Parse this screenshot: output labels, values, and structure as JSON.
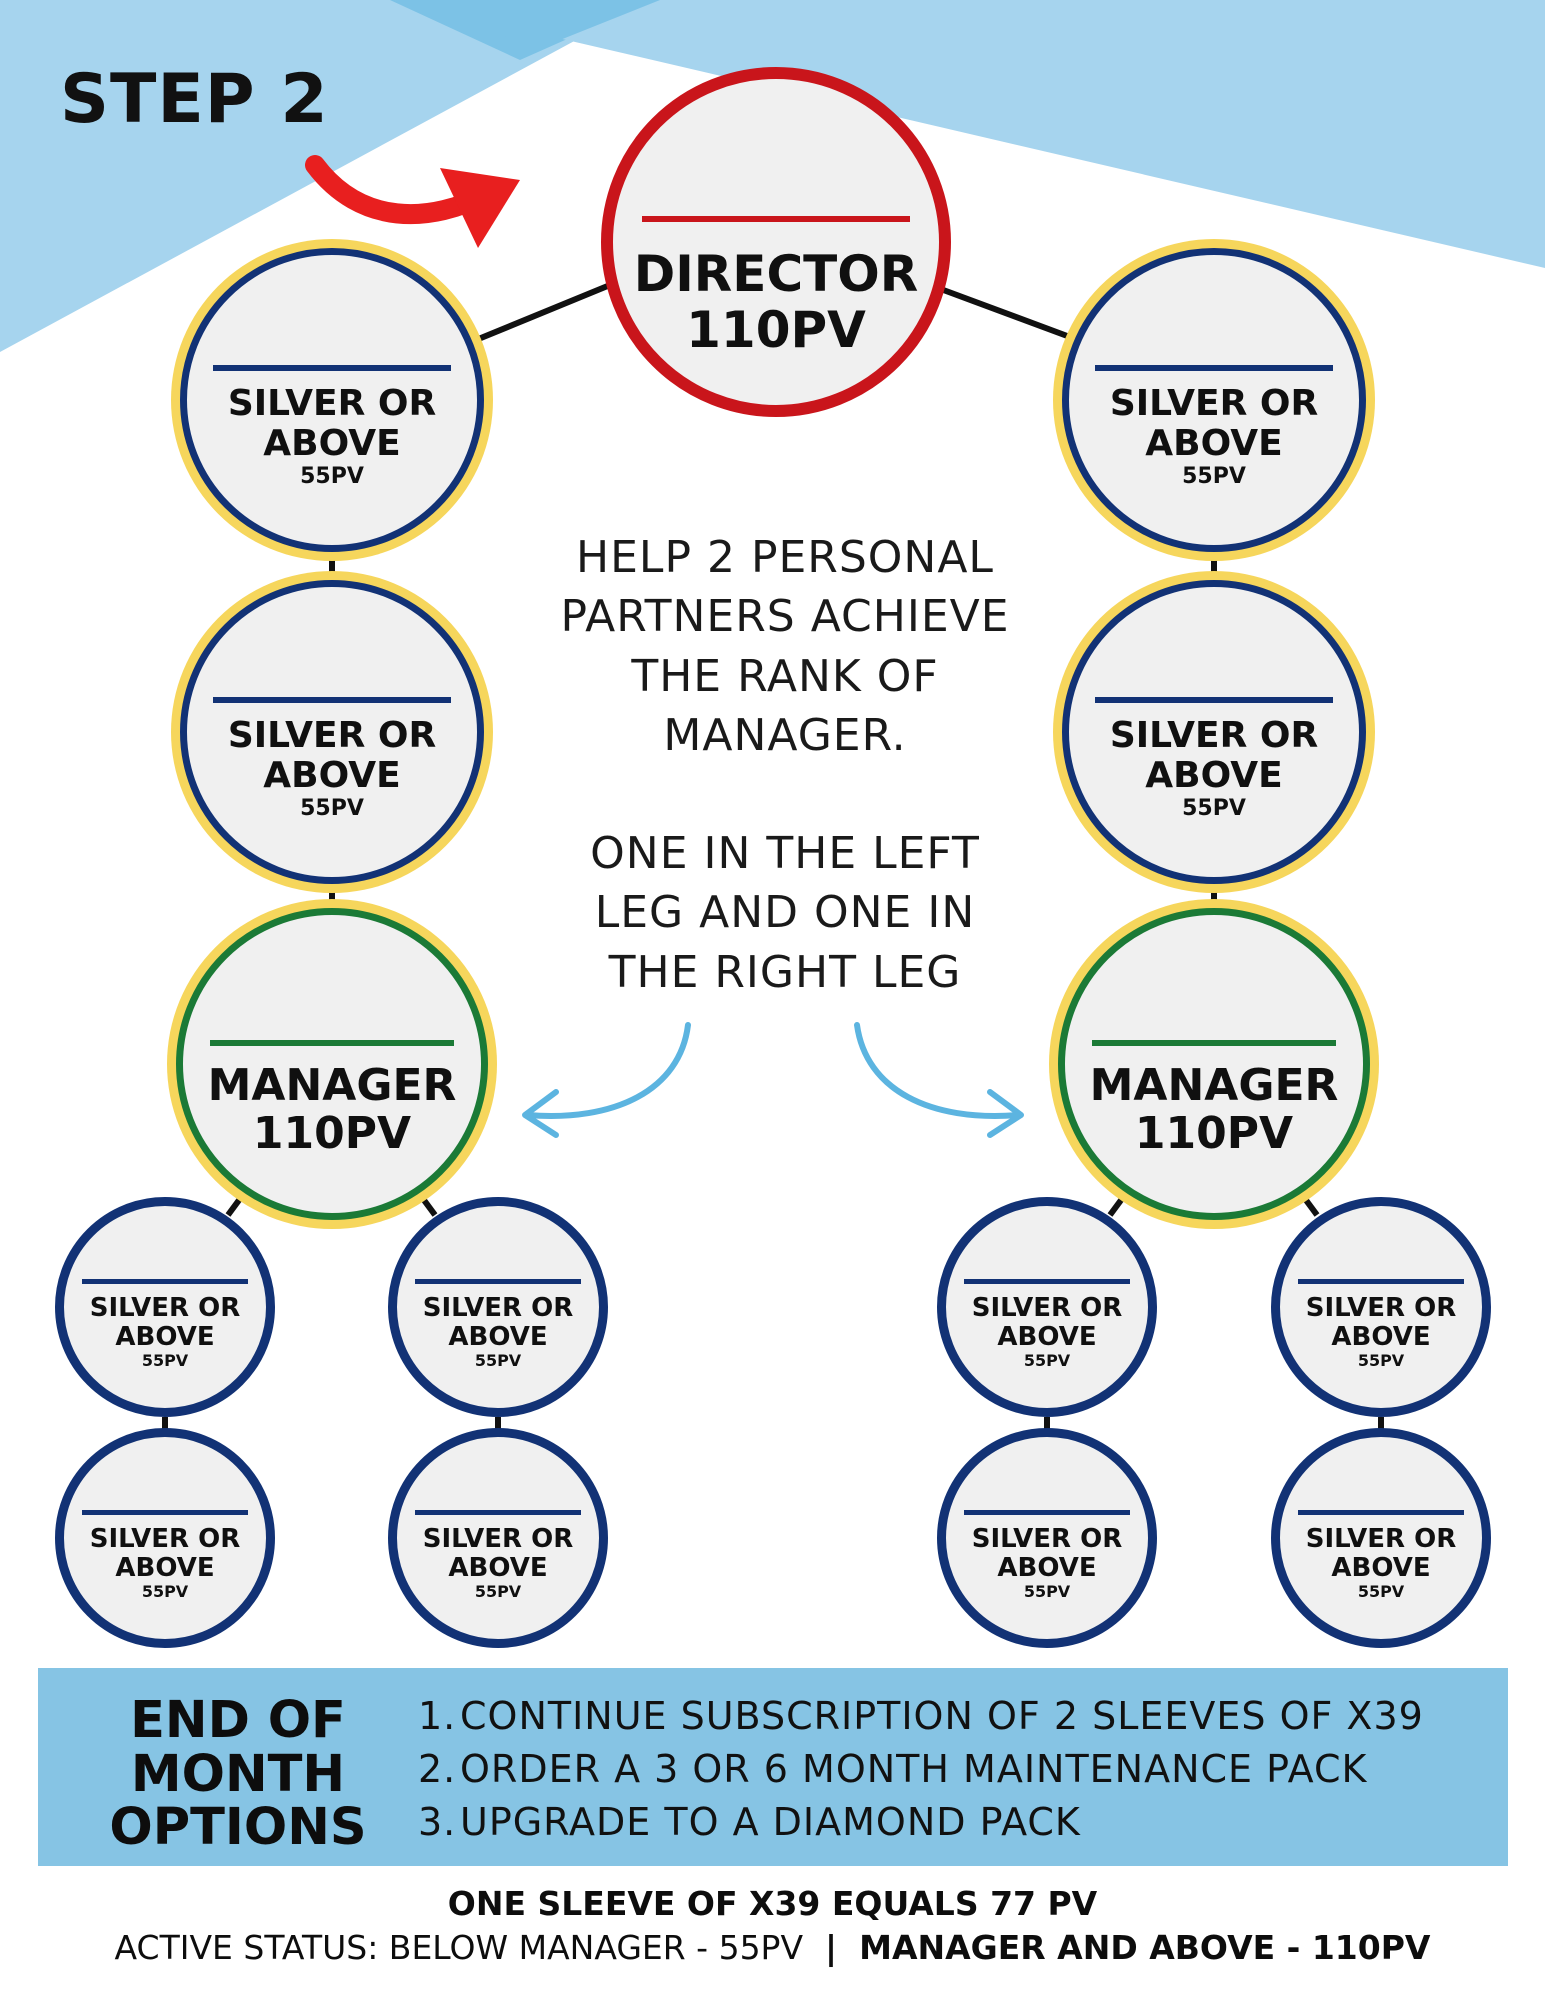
{
  "header": {
    "step_title": "STEP 2"
  },
  "colors": {
    "background_blue_light": "#a6d4ee",
    "background_blue_dark": "#7cc2e6",
    "director_ring": "#c9151b",
    "silver_ring_outer": "#f6d65c",
    "silver_ring_inner": "#123275",
    "manager_ring": "#1b7a36",
    "arrow_red": "#e81f1f",
    "arrow_blue": "#5cb4e0",
    "options_box": "#86c4e4"
  },
  "nodes": {
    "director": {
      "line1": "DIRECTOR",
      "line2": "110PV"
    },
    "silver": {
      "line1": "SILVER OR",
      "line2": "ABOVE",
      "line3": "55PV"
    },
    "manager": {
      "line1": "MANAGER",
      "line2": "110PV"
    }
  },
  "center_text": {
    "para1": [
      "HELP 2 PERSONAL",
      "PARTNERS ACHIEVE",
      "THE RANK OF",
      "MANAGER."
    ],
    "para2": [
      "ONE IN THE LEFT",
      "LEG AND ONE IN",
      "THE RIGHT LEG"
    ]
  },
  "options": {
    "title": [
      "END OF",
      "MONTH",
      "OPTIONS"
    ],
    "items": [
      {
        "num": "1.",
        "text": "CONTINUE SUBSCRIPTION OF 2 SLEEVES OF X39"
      },
      {
        "num": "2.",
        "text": "ORDER A 3 OR 6 MONTH MAINTENANCE PACK"
      },
      {
        "num": "3.",
        "text": "UPGRADE TO A DIAMOND PACK"
      }
    ]
  },
  "footer": {
    "line1": "ONE SLEEVE OF X39 EQUALS 77 PV",
    "line2_part1": "ACTIVE STATUS: BELOW MANAGER - 55PV",
    "separator": "|",
    "line2_part2": "MANAGER AND ABOVE - 110PV"
  }
}
